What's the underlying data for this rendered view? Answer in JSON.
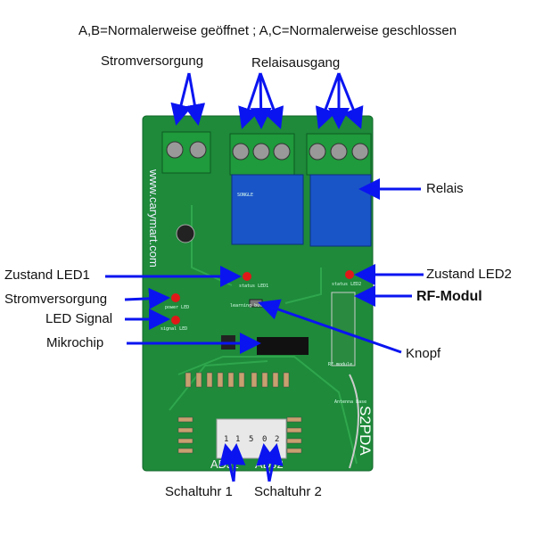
{
  "title": "A,B=Normalerweise geöffnet ; A,C=Normalerweise geschlossen",
  "labels": {
    "power_top": "Stromversorgung",
    "relay_output": "Relaisausgang",
    "relay": "Relais",
    "status_led1": "Zustand LED1",
    "status_led2": "Zustand LED2",
    "power_left": "Stromversorgung",
    "rf_module": "RF-Modul",
    "led_signal": "LED Signal",
    "microchip": "Mikrochip",
    "button": "Knopf",
    "timer1": "Schaltuhr 1",
    "timer2": "Schaltuhr 2"
  },
  "board": {
    "website": "www.carymart.com",
    "model": "S2PDA",
    "adj1": "ADJ1",
    "adj2": "ADJ2",
    "silk": {
      "status_led1": "status LED1",
      "status_led2": "status LED2",
      "power_led": "power LED",
      "signal_led": "signal LED",
      "learning_button": "learning button",
      "rf_module": "RF module",
      "antenna_base": "Antenna Base",
      "relay_brand": "SONGLE"
    },
    "dip_values": [
      "1",
      "1",
      "5",
      "0",
      "2"
    ]
  },
  "colors": {
    "board": "#1e8a3a",
    "arrow": "#0a14f0",
    "relay": "#1a55c8",
    "terminal": "#1f9a3c"
  }
}
